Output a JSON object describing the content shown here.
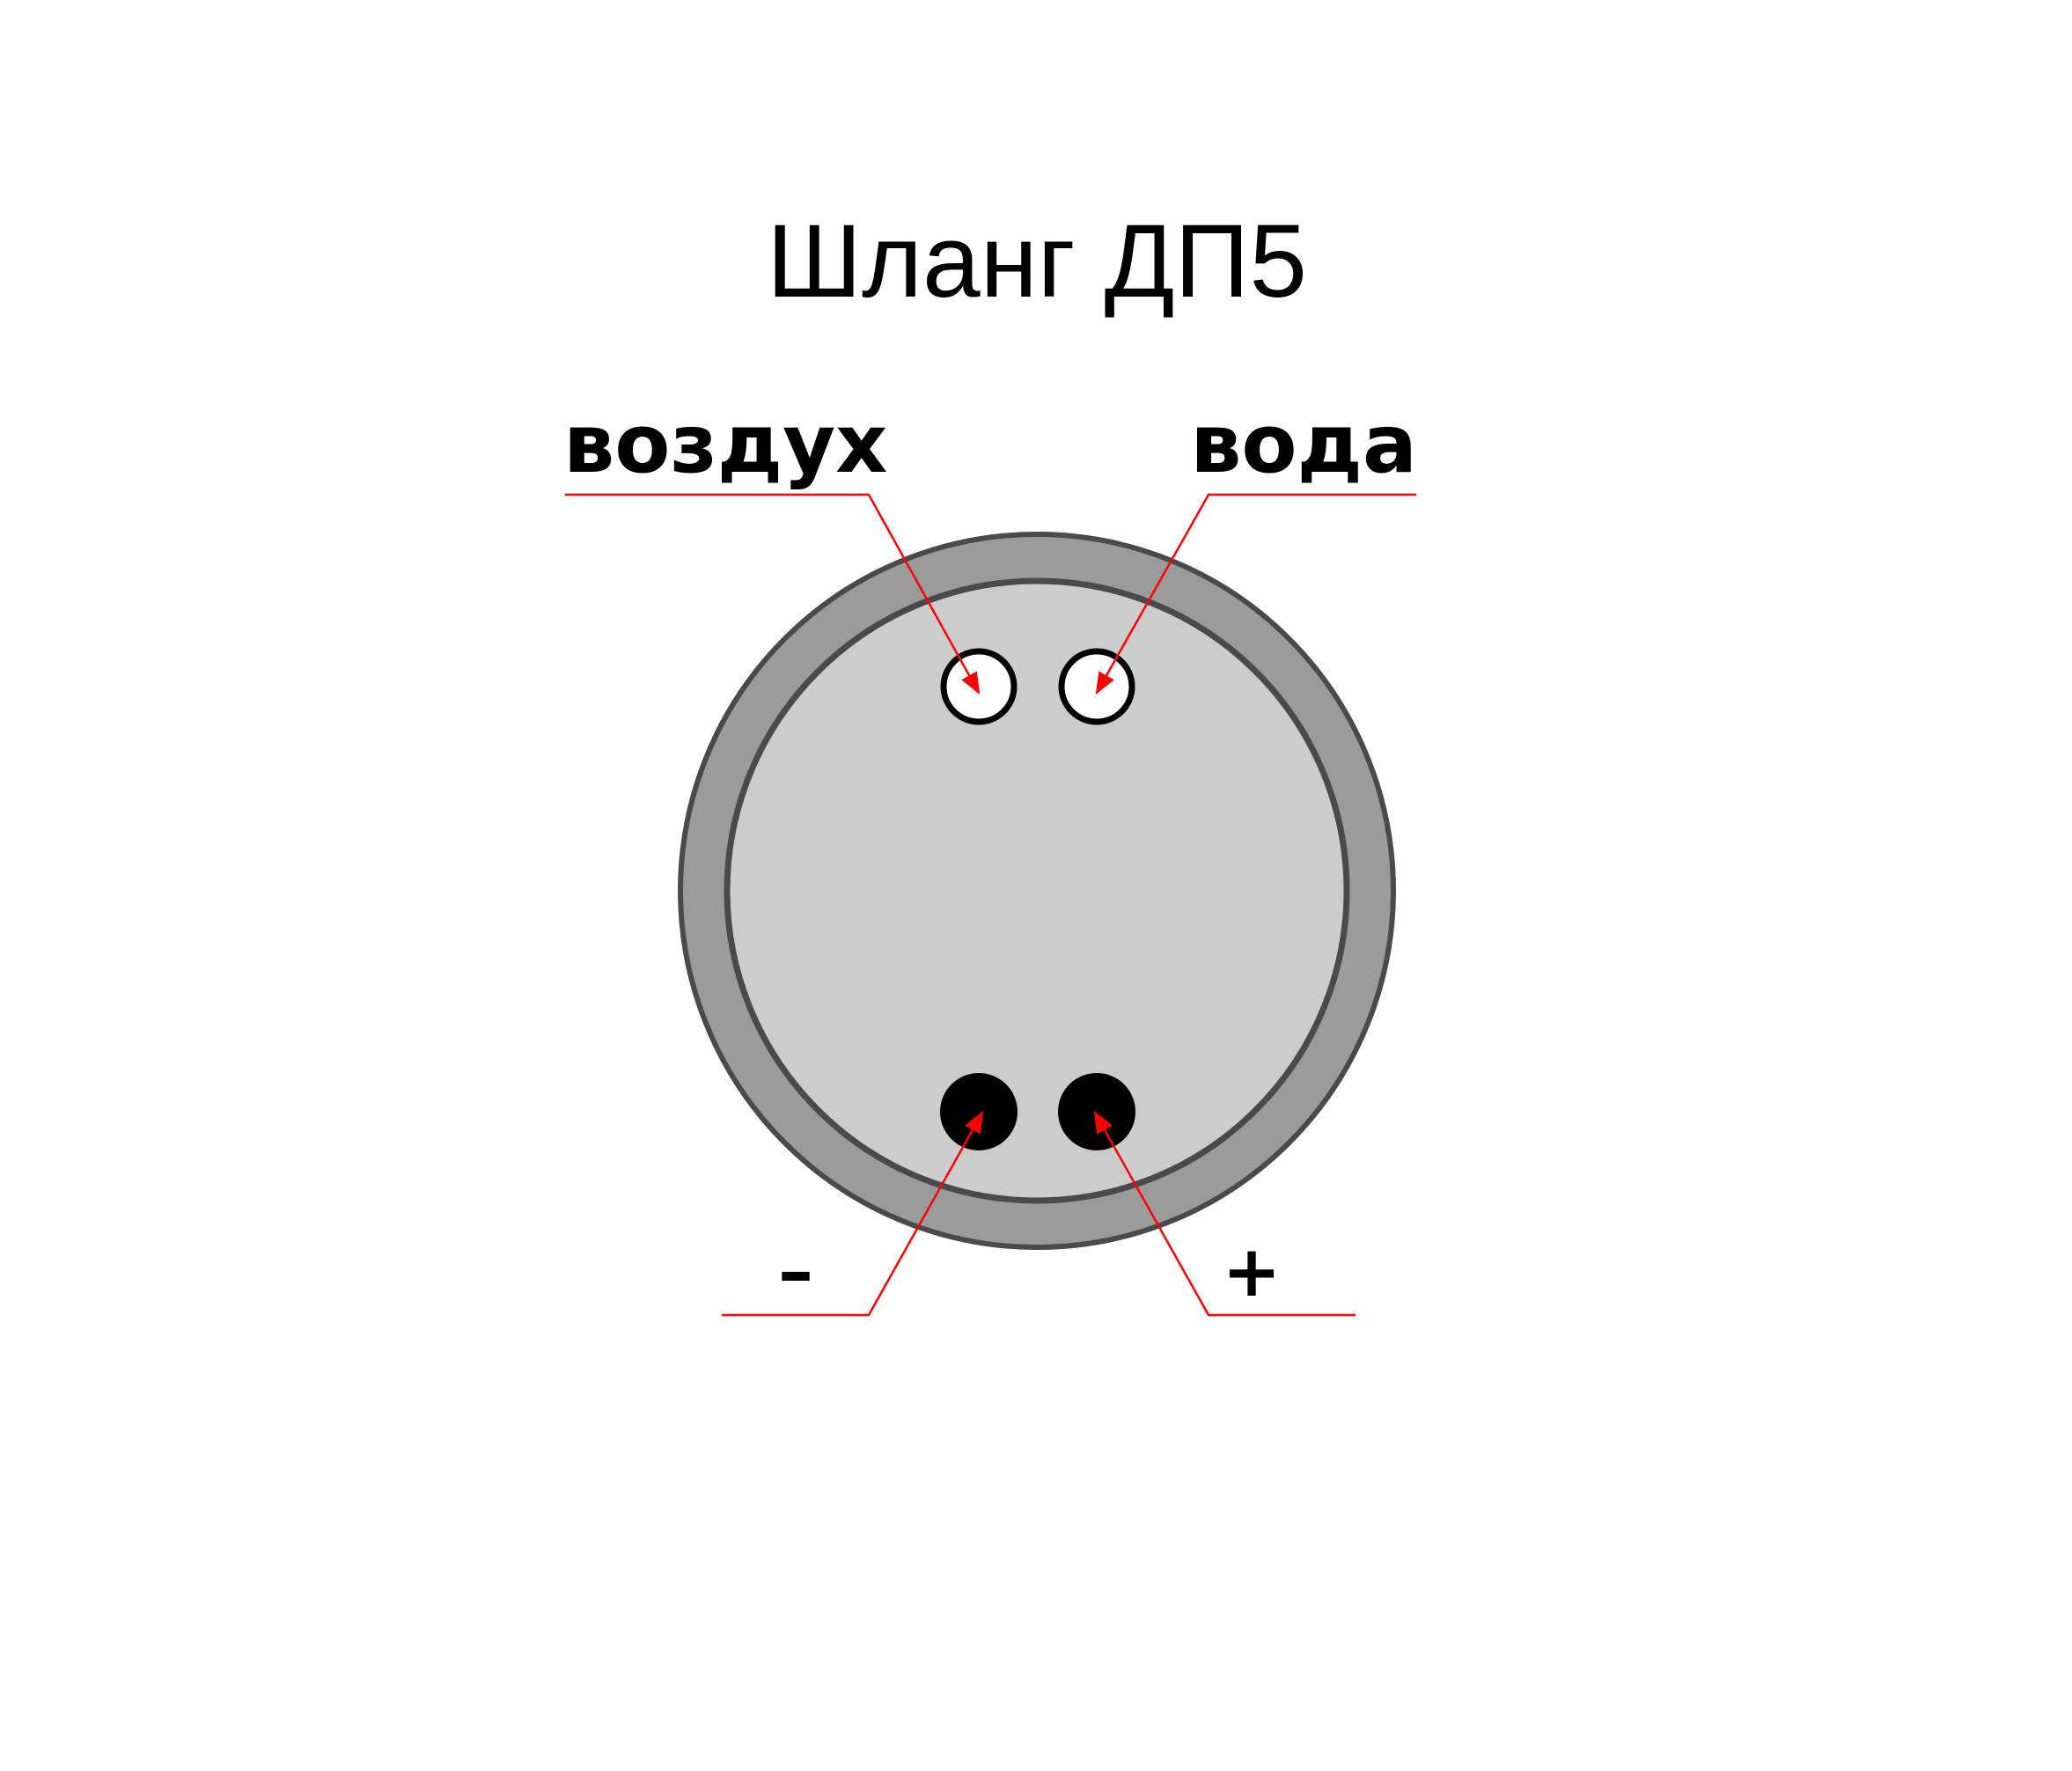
{
  "title": "Шланг ДП5",
  "labels": {
    "air": "воздух",
    "water": "вода",
    "minus": "–",
    "plus": "+"
  },
  "colors": {
    "outer_ring": "#9b9b9b",
    "inner_face": "#cccccc",
    "outline": "#4a4a4a",
    "leader": "#ff0000",
    "open_port": "#ffffff",
    "contact": "#000000"
  }
}
